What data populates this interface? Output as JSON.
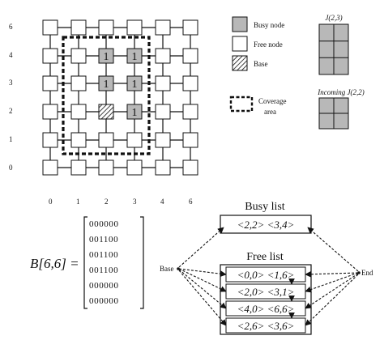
{
  "mesh": {
    "y_labels": [
      "6",
      "4",
      "3",
      "2",
      "1",
      "0"
    ],
    "x_labels": [
      "0",
      "1",
      "2",
      "3",
      "4",
      "6"
    ],
    "busy_label": "1"
  },
  "legend": {
    "busy": "Busy node",
    "free": "Free node",
    "base": "Base",
    "coverage_line1": "Coverage",
    "coverage_line2": "area"
  },
  "jobs": {
    "j23": "J(2,3)",
    "incoming": "Incoming J(2,2)"
  },
  "matrix": {
    "label": "B[6,6] =",
    "rows": [
      "000000",
      "001100",
      "001100",
      "001100",
      "000000",
      "000000"
    ]
  },
  "busy_list": {
    "title": "Busy list",
    "items": [
      "<2,2> <3,4>"
    ]
  },
  "free_list": {
    "title": "Free list",
    "items": [
      "<0,0> <1,6>",
      "<2,0> <3,1>",
      "<4,0> <6,6>",
      "<2,6> <3,6>"
    ]
  },
  "ends": {
    "base": "Base",
    "end": "End"
  },
  "colors": {
    "busy_fill": "#b8b8b8",
    "free_fill": "#ffffff",
    "stroke": "#111111"
  }
}
